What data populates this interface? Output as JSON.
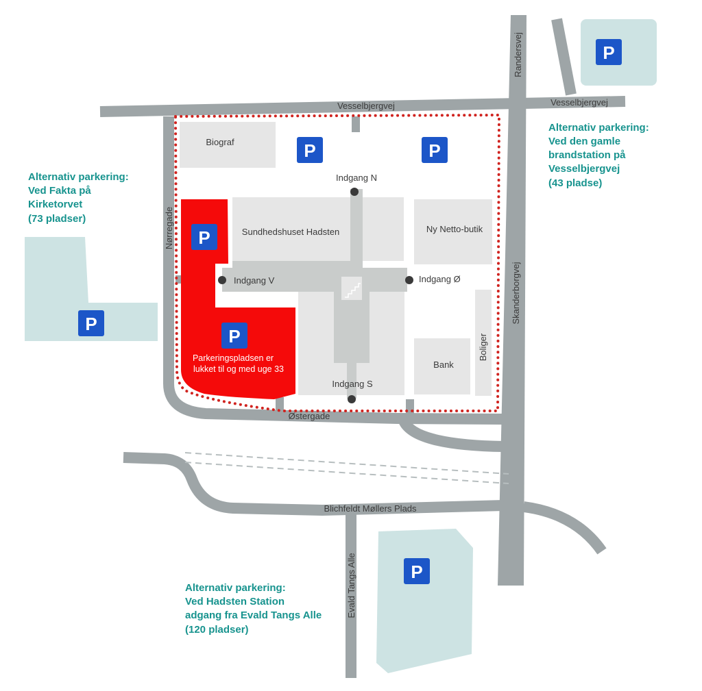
{
  "streets": {
    "vesselbjergvej_west": "Vesselbjergvej",
    "vesselbjergvej_east": "Vesselbjergvej",
    "randersvej": "Randersvej",
    "norregade": "Nørregade",
    "skanderborgvej": "Skanderborgvej",
    "ostergade": "Østergade",
    "blichfeldt": "Blichfeldt Møllers Plads",
    "evald": "Evald Tangs Alle"
  },
  "buildings": {
    "biograf": "Biograf",
    "sundhedshuset": "Sundhedshuset Hadsten",
    "netto": "Ny Netto-butik",
    "bank": "Bank",
    "boliger": "Boliger"
  },
  "entrances": {
    "north": "Indgang N",
    "west": "Indgang V",
    "east": "Indgang Ø",
    "south": "Indgang S"
  },
  "parking_symbol": "P",
  "closed_notice": {
    "line1": "Parkeringspladsen er",
    "line2": "lukket til og med uge 33"
  },
  "alternatives": {
    "fakta": [
      "Alternativ parkering:",
      "Ved Fakta på",
      "Kirketorvet",
      "(73 pladser)"
    ],
    "brandstation": [
      "Alternativ parkering:",
      "Ved den gamle",
      "brandstation på",
      "Vesselbjergvej",
      "(43 pladse)"
    ],
    "station": [
      "Alternativ parkering:",
      "Ved Hadsten Station",
      "adgang fra Evald Tangs Alle",
      "(120 pladser)"
    ]
  },
  "colors": {
    "road": "#9ea5a7",
    "building": "#e6e6e6",
    "parking_area": "#cde3e3",
    "closed_area": "#f50a0a",
    "parking_sign": "#1c56c8",
    "boundary": "#d0231f",
    "accent_text": "#17938e"
  }
}
